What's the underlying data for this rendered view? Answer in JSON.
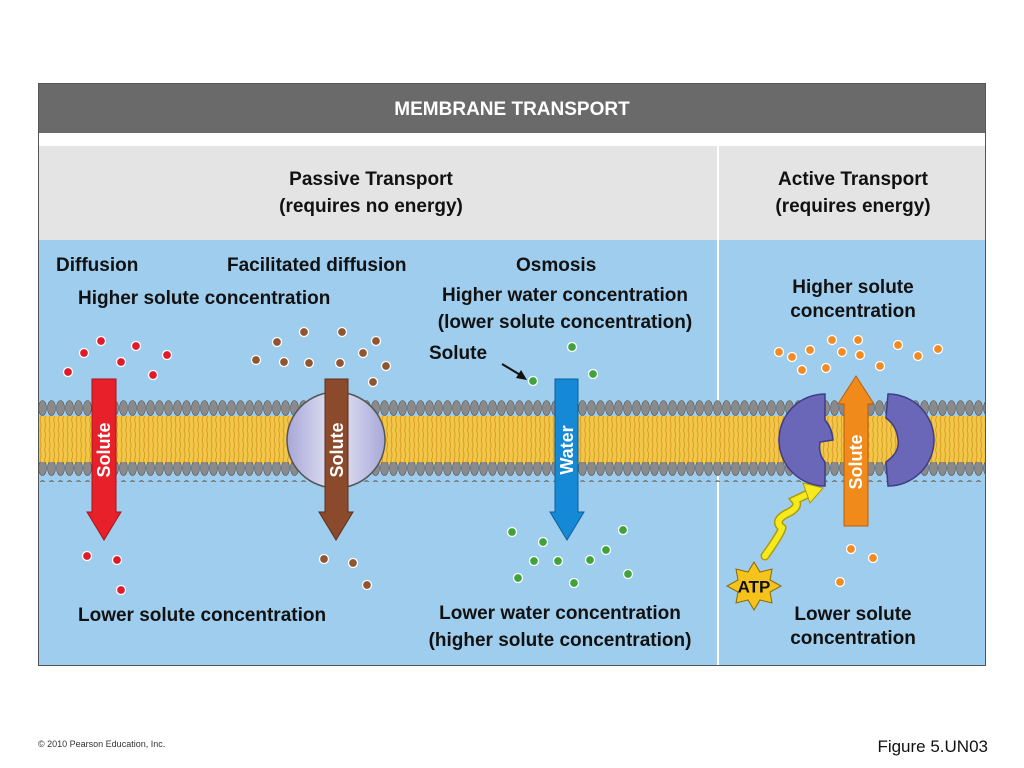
{
  "header": {
    "title": "MEMBRANE TRANSPORT",
    "passive_line1": "Passive Transport",
    "passive_line2": "(requires no energy)",
    "active_line1": "Active Transport",
    "active_line2": "(requires energy)"
  },
  "diffusion": {
    "name": "Diffusion",
    "top_label": "Higher solute concentration",
    "arrow_label": "Solute",
    "bottom_label": "Lower solute concentration"
  },
  "facilitated": {
    "name": "Facilitated diffusion",
    "arrow_label": "Solute"
  },
  "osmosis": {
    "name": "Osmosis",
    "top_line1": "Higher water concentration",
    "top_line2": "(lower solute concentration)",
    "solute_label": "Solute",
    "arrow_label": "Water",
    "bottom_line1": "Lower water concentration",
    "bottom_line2": "(higher solute concentration)"
  },
  "active": {
    "top_line1": "Higher solute",
    "top_line2": "concentration",
    "arrow_label": "Solute",
    "atp_label": "ATP",
    "bottom_line1": "Lower solute",
    "bottom_line2": "concentration"
  },
  "colors": {
    "membrane_head": "#8a8a8a",
    "membrane_tail": "#f2c649",
    "diffusion_arrow": "#e8202a",
    "facilitated_arrow": "#8b4a2b",
    "water_arrow": "#1689d6",
    "active_arrow": "#f08a1a",
    "protein": "#6a67b8",
    "red_solute": "#e11a2a",
    "brown_solute": "#8e5530",
    "green_solute": "#3fa23a",
    "orange_solute": "#f28a22",
    "atp_star": "#f6c21c",
    "energy_squiggle": "#f4ea1e"
  },
  "footer": {
    "copyright": "© 2010 Pearson Education, Inc.",
    "figure": "Figure 5.UN03"
  }
}
